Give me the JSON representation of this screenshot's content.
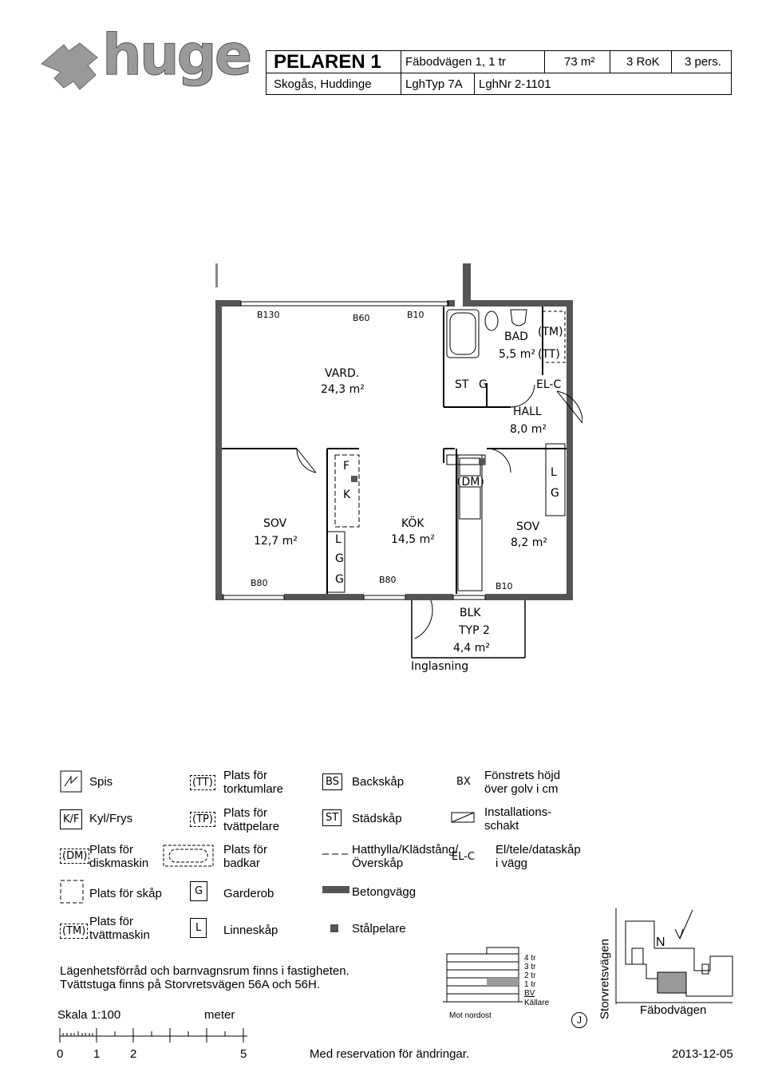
{
  "brand": {
    "logo_text": "huge"
  },
  "header": {
    "project": "PELAREN 1",
    "address": "Fäbodvägen 1, 1 tr",
    "area": "73 m²",
    "rooms": "3 RoK",
    "persons": "3 pers.",
    "location": "Skogås, Huddinge",
    "apt_type": "LghTyp 7A",
    "apt_number": "LghNr 2-1101"
  },
  "plan": {
    "rooms": [
      {
        "name": "VARD.",
        "area": "24,3 m²"
      },
      {
        "name": "BAD",
        "area": "5,5 m²"
      },
      {
        "name": "HALL",
        "area": "8,0 m²"
      },
      {
        "name": "SOV",
        "area": "12,7 m²"
      },
      {
        "name": "KÖK",
        "area": "14,5 m²"
      },
      {
        "name": "SOV",
        "area": "8,2 m²"
      }
    ],
    "balcony": {
      "name": "BLK",
      "type": "TYP 2",
      "area": "4,4 m²",
      "note": "Inglasning"
    },
    "window_heights": [
      "B130",
      "B60",
      "B10",
      "B80",
      "B80",
      "B10"
    ],
    "marks": [
      "(TM)",
      "(TT)",
      "ST",
      "G",
      "EL-C",
      "F",
      "K",
      "(DM)",
      "L",
      "G",
      "L",
      "G",
      "G"
    ]
  },
  "legend": {
    "items": [
      {
        "sym": "",
        "label": "Spis"
      },
      {
        "sym": "(TT)",
        "label": "Plats för torktumlare"
      },
      {
        "sym": "BS",
        "label": "Backskåp"
      },
      {
        "sym": "BX",
        "label": "Fönstrets höjd över golv i cm"
      },
      {
        "sym": "K/F",
        "label": "Kyl/Frys"
      },
      {
        "sym": "(TP)",
        "label": "Plats för tvättpelare"
      },
      {
        "sym": "ST",
        "label": "Städskåp"
      },
      {
        "sym": "",
        "label": "Installations-schakt"
      },
      {
        "sym": "(DM)",
        "label": "Plats för diskmaskin"
      },
      {
        "sym": "",
        "label": "Plats för badkar"
      },
      {
        "sym": "",
        "label": "Hatthylla/Klädstång/Överskåp"
      },
      {
        "sym": "EL-C",
        "label": "El/tele/dataskåp i vägg"
      },
      {
        "sym": "",
        "label": "Plats för skåp"
      },
      {
        "sym": "G",
        "label": "Garderob"
      },
      {
        "sym": "",
        "label": "Betongvägg"
      },
      {
        "sym": "(TM)",
        "label": "Plats för tvättmaskin"
      },
      {
        "sym": "L",
        "label": "Linneskåp"
      },
      {
        "sym": "",
        "label": "Stålpelare"
      }
    ]
  },
  "notes": {
    "line1": "Lägenhetsförråd och barnvagnsrum finns i fastigheten.",
    "line2": "Tvättstuga finns på Storvretsvägen 56A och 56H."
  },
  "scale": {
    "label": "Skala  1:100",
    "unit": "meter",
    "ticks": [
      "0",
      "1",
      "2",
      "5"
    ]
  },
  "elevation": {
    "floors": [
      "4 tr",
      "3 tr",
      "2 tr",
      "1 tr",
      "BV",
      "Källare"
    ],
    "caption": "Mot nordost"
  },
  "site": {
    "street1": "Storvretsvägen",
    "street2": "Fäbodvägen",
    "north": "N",
    "marker": "J"
  },
  "footer": {
    "disclaimer": "Med reservation för ändringar.",
    "date": "2013-12-05"
  }
}
